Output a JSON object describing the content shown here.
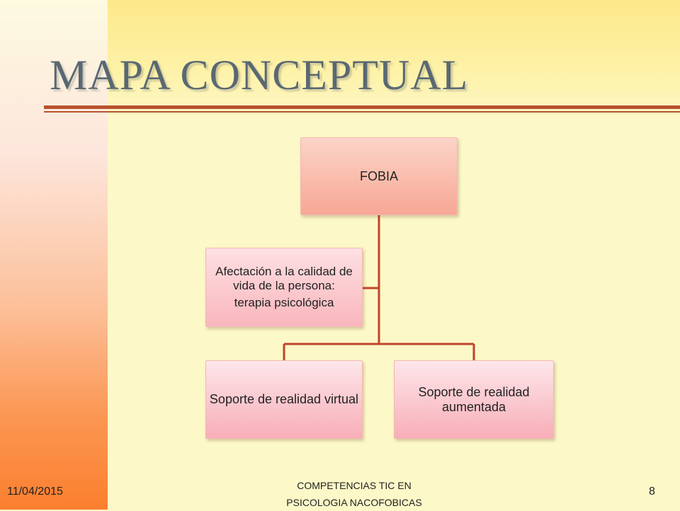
{
  "slide": {
    "title": "MAPA CONCEPTUAL"
  },
  "diagram": {
    "root": "FOBIA",
    "assistant": {
      "line1": "Afectación a la calidad de vida de la persona:",
      "line2": "terapia psicológica"
    },
    "children": [
      "Soporte de realidad virtual",
      "Soporte de realidad aumentada"
    ]
  },
  "footer": {
    "date": "11/04/2015",
    "center_line1": "COMPETENCIAS TIC EN",
    "center_line2": "PSICOLOGIA NACOFOBICAS",
    "page": "8"
  },
  "colors": {
    "connector": "#c0442a",
    "rule": "#b7522e",
    "title": "#5a6872"
  }
}
